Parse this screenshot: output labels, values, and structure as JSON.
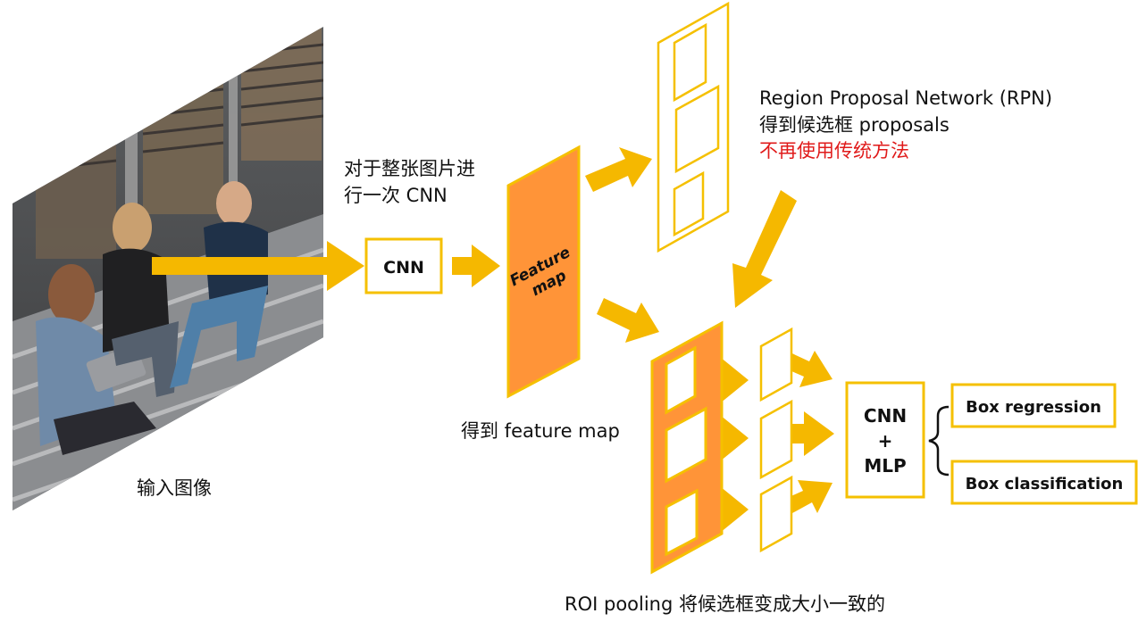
{
  "colors": {
    "arrow": "#f5b800",
    "frame": "#f5c000",
    "feature_map_fill": "#ff9438",
    "text": "#111111",
    "emphasis": "#e01a1a"
  },
  "input_image": {
    "caption": "输入图像",
    "photo_description_icon": "photo-of-people-sitting-on-stairs"
  },
  "whole_image_note": {
    "line1": "对于整张图片进",
    "line2": "行一次 CNN"
  },
  "cnn_box": {
    "label": "CNN"
  },
  "feature_map": {
    "label_line1": "Feature",
    "label_line2": "map",
    "caption": "得到 feature map"
  },
  "rpn": {
    "line1": "Region Proposal Network (RPN)",
    "line2": "得到候选框 proposals",
    "line3": "不再使用传统方法"
  },
  "roi_caption": "ROI pooling 将候选框变成大小一致的",
  "head_box": {
    "line1": "CNN",
    "line2": "+",
    "line3": "MLP"
  },
  "outputs": {
    "regression": "Box regression",
    "classification": "Box classification"
  }
}
